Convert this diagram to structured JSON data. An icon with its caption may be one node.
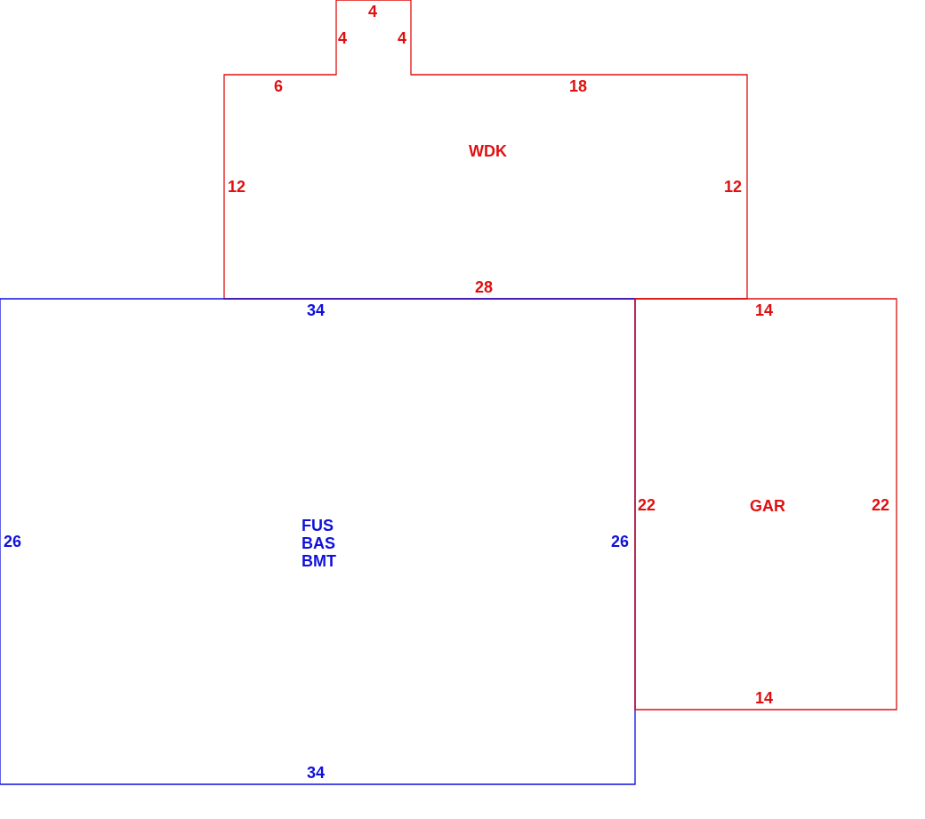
{
  "diagram": {
    "nodes": [
      {
        "text": [
          "WDK"
        ]
      },
      {
        "text": [
          "FUS",
          "BAS",
          "BMT"
        ]
      },
      {
        "text": [
          "GAR"
        ]
      }
    ],
    "labels": [
      "4",
      "4",
      "4",
      "6",
      "18",
      "12",
      "12",
      "28",
      "34",
      "14",
      "22",
      "22",
      "26",
      "26",
      "14",
      "34"
    ]
  }
}
